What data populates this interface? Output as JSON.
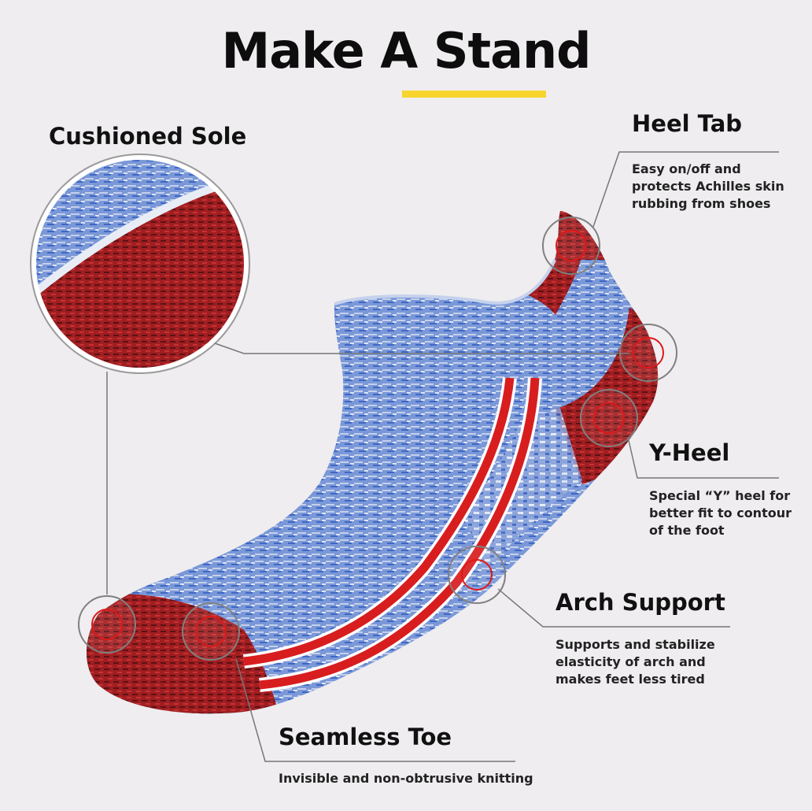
{
  "title": "Make A Stand",
  "colors": {
    "accent": "#f7d52c",
    "sock_blue": "#6d8fd6",
    "sock_red": "#a21f22",
    "marker_red": "#e01818",
    "line_gray": "#777777",
    "background": "#efedef"
  },
  "features": {
    "cushioned_sole": {
      "title": "Cushioned Sole"
    },
    "heel_tab": {
      "title": "Heel Tab",
      "desc": "Easy on/off and\nprotects Achilles skin\nrubbing from shoes"
    },
    "y_heel": {
      "title": "Y-Heel",
      "desc": "Special “Y” heel for\nbetter fit to contour\nof the foot"
    },
    "arch_support": {
      "title": "Arch Support",
      "desc": "Supports and stabilize\nelasticity of arch and\nmakes feet less tired"
    },
    "seamless_toe": {
      "title": "Seamless Toe",
      "desc": "Invisible and non-obtrusive knitting"
    }
  }
}
